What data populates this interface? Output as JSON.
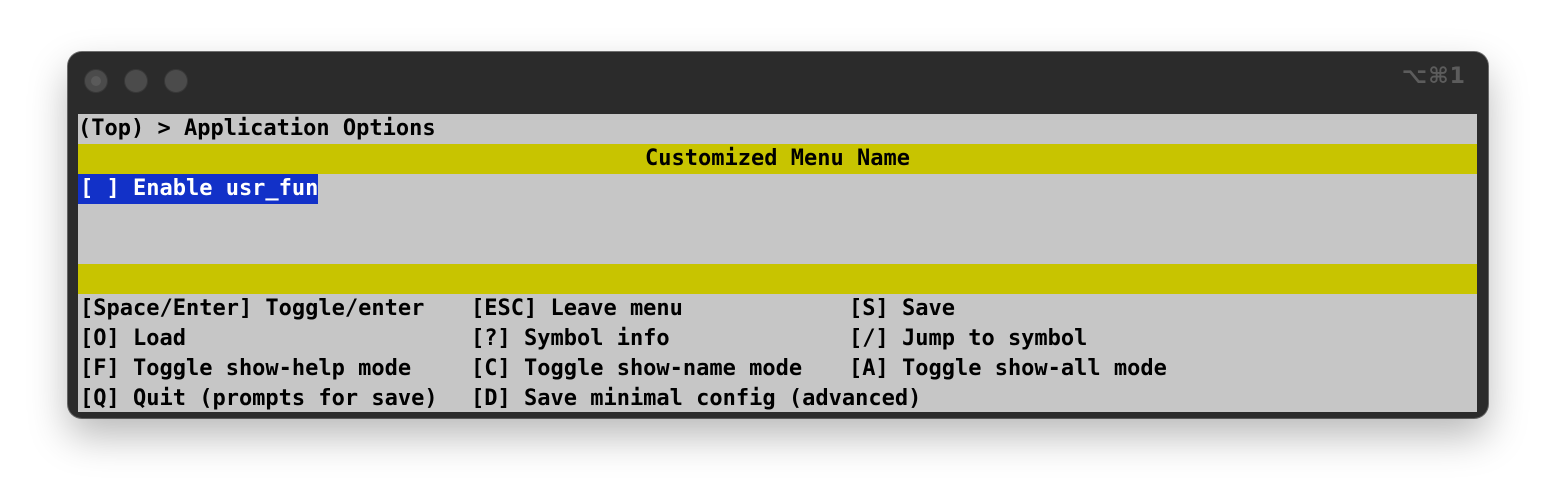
{
  "window": {
    "shortcut": "⌥⌘1"
  },
  "terminal": {
    "breadcrumb": "(Top) > Application Options",
    "menu_title": "Customized Menu Name",
    "items": [
      {
        "label": "[ ] Enable usr_fun",
        "selected": true
      }
    ],
    "help_rows": [
      [
        "[Space/Enter] Toggle/enter",
        "[ESC] Leave menu",
        "[S] Save"
      ],
      [
        "[O] Load",
        "[?] Symbol info",
        "[/] Jump to symbol"
      ],
      [
        "[F] Toggle show-help mode",
        "[C] Toggle show-name mode",
        "[A] Toggle show-all mode"
      ],
      [
        "[Q] Quit (prompts for save)",
        "[D] Save minimal config (advanced)"
      ]
    ]
  },
  "colors": {
    "terminal_bg": "#c6c6c6",
    "band_yellow": "#c8c400",
    "selection_blue": "#1231c8",
    "titlebar": "#2b2b2b"
  }
}
